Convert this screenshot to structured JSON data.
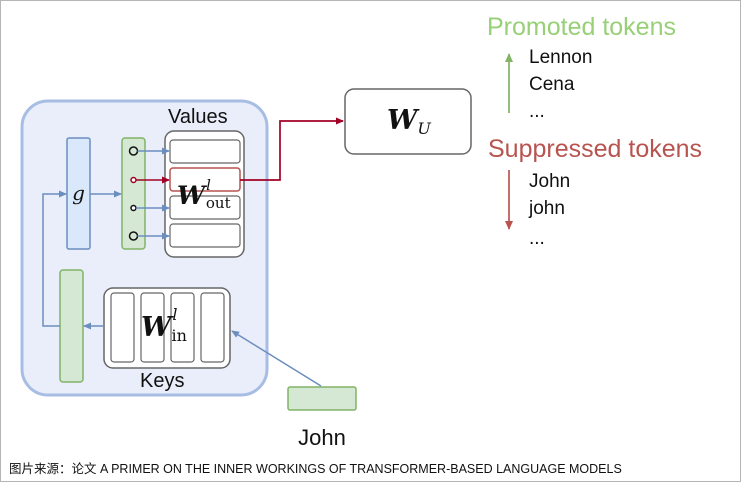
{
  "diagram": {
    "values_label": "Values",
    "keys_label": "Keys",
    "g_label": "g",
    "w_out": {
      "base": "W",
      "sup": "l",
      "sub": "out"
    },
    "w_in": {
      "base": "W",
      "sup": "l",
      "sub": "in"
    },
    "w_u": {
      "base": "W",
      "sub": "U"
    },
    "input_token": "John",
    "promoted": {
      "title": "Promoted tokens",
      "tokens": [
        "Lennon",
        "Cena",
        "..."
      ]
    },
    "suppressed": {
      "title": "Suppressed tokens",
      "tokens": [
        "John",
        "john",
        "..."
      ]
    }
  },
  "caption": "图片来源：论文 A PRIMER ON THE INNER WORKINGS OF TRANSFORMER-BASED LANGUAGE MODELS",
  "colors": {
    "block_fill": "#e9eefa",
    "block_border": "#a8bde4",
    "blue_fill": "#dae8fc",
    "blue_stroke": "#6c8ebf",
    "green_fill": "#d5e8d4",
    "green_stroke": "#82b366",
    "red": "#b85450",
    "dark_red": "#a20025",
    "promoted_text": "#97d077",
    "suppressed_text": "#b85450",
    "gray_stroke": "#666666"
  }
}
